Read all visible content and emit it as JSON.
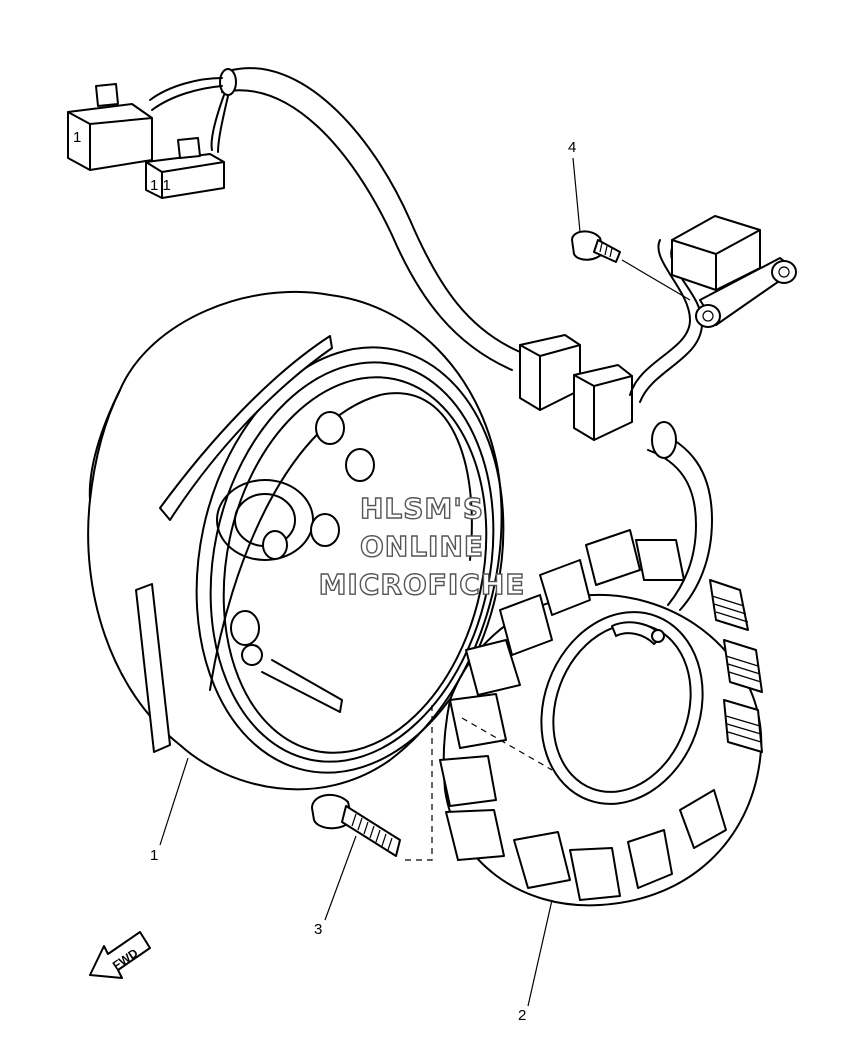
{
  "callouts": {
    "part1": "1",
    "part2": "2",
    "part3": "3",
    "part4": "4"
  },
  "watermark": {
    "line1": "HLSM'S",
    "line2": "ONLINE",
    "line3": "MICROFICHE"
  },
  "direction_arrow": {
    "label": "FWD",
    "icon": "fwd-arrow-icon"
  },
  "colors": {
    "line": "#000000",
    "background": "#ffffff",
    "watermark_outline": "#555555"
  }
}
